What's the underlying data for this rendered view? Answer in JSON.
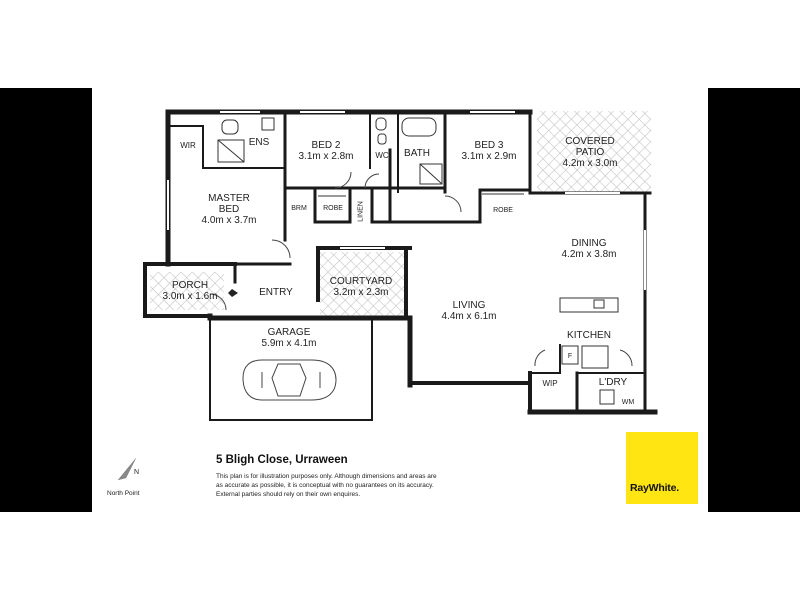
{
  "colors": {
    "frame": "#000000",
    "wall": "#1a1a1a",
    "hatch": "#bdbdbd",
    "brand": "#FFE512"
  },
  "rooms": {
    "wir": "WIR",
    "ens": "ENS",
    "bed2": {
      "name": "BED 2",
      "size": "3.1m x 2.8m"
    },
    "wc": "WC",
    "bath": "BATH",
    "bed3": {
      "name": "BED 3",
      "size": "3.1m x 2.9m"
    },
    "covered_patio": {
      "name_line1": "COVERED",
      "name_line2": "PATIO",
      "size": "4.2m x 3.0m"
    },
    "master_bed": {
      "name_line1": "MASTER",
      "name_line2": "BED",
      "size": "4.0m x 3.7m"
    },
    "brm": "BRM",
    "robe_bed2": "ROBE",
    "linen": "LINEN",
    "robe_bed3": "ROBE",
    "dining": {
      "name": "DINING",
      "size": "4.2m x 3.8m"
    },
    "porch": {
      "name": "PORCH",
      "size": "3.0m x 1.6m"
    },
    "entry": "ENTRY",
    "courtyard": {
      "name": "COURTYARD",
      "size": "3.2m x 2.3m"
    },
    "living": {
      "name": "LIVING",
      "size": "4.4m x 6.1m"
    },
    "kitchen": "KITCHEN",
    "fridge": "F",
    "garage": {
      "name": "GARAGE",
      "size": "5.9m x 4.1m"
    },
    "wip": "WIP",
    "laundry": "L'DRY",
    "wm": "WM"
  },
  "address": "5 Bligh Close, Urraween",
  "disclaimer": [
    "This plan is for illustration purposes only.  Although dimensions and areas are",
    "as accurate as possible, it is conceptual with no guarantees on its accuracy.",
    "External parties should rely on their own enquires."
  ],
  "north_point": "North Point",
  "agency_logo": "RayWhite."
}
